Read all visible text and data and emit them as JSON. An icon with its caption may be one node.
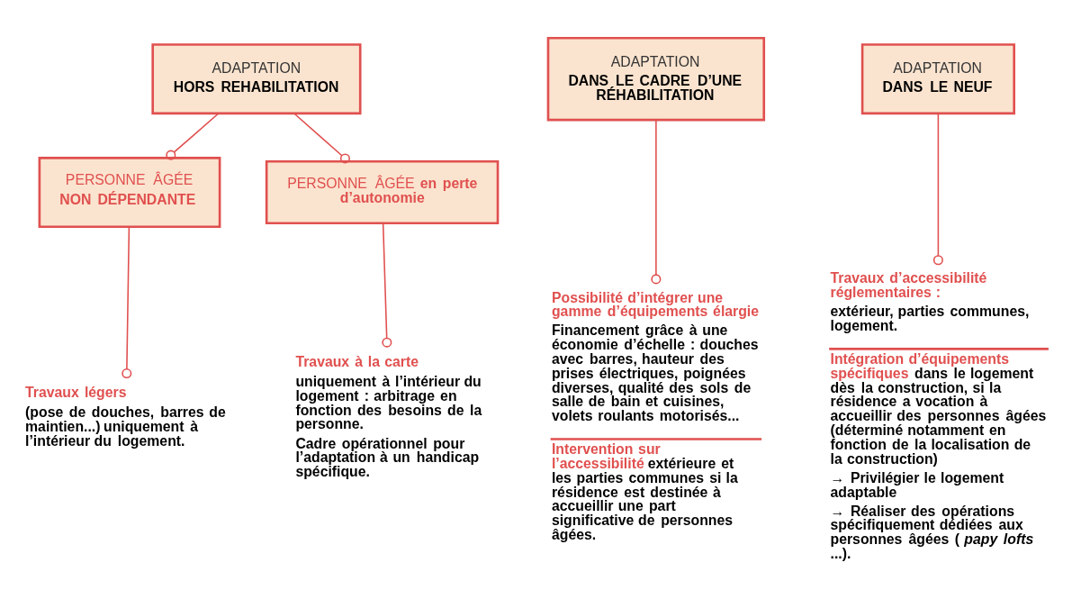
{
  "diagram": {
    "nodes": [
      {
        "text": [
          "ADAPTATION",
          "HORS REHABILITATION"
        ]
      },
      {
        "text": [
          "PERSONNE ÂGÉE",
          "NON DÉPENDANTE"
        ]
      },
      {
        "text": [
          "PERSONNE ÂGÉE **en perte d’autonomie**"
        ]
      },
      {
        "text": [
          "Travaux légers",
          "(pose de douches, barres de maintien...) uniquement à l’intérieur du logement."
        ]
      },
      {
        "text": [
          "Travaux à la carte",
          "uniquement à l’intérieur du logement : arbitrage en fonction des besoins de la personne.",
          "Cadre opérationnel pour l’adaptation à un handicap spécifique."
        ]
      },
      {
        "text": [
          "ADAPTATION",
          "DANS LE CADRE D’UNE RÉHABILITATION"
        ]
      },
      {
        "text": [
          "Possibilité d’intégrer une gamme d’équipements élargie",
          "Financement grâce à une économie d’échelle : douches avec barres, hauteur des prises électriques, poignées diverses, qualité des sols de salle de bain et cuisines, volets roulants motorisés...",
          "**Intervention sur l’accessibilité** extérieure et les parties communes si la résidence est destinée à accueillir une part significative de personnes âgées."
        ]
      },
      {
        "text": [
          "ADAPTATION",
          "DANS LE NEUF"
        ]
      },
      {
        "text": [
          "Travaux d’accessibilité réglementaires :",
          "extérieur, parties communes, logement.",
          "**Intégration d’équipements spécifiques** dans le logement dès la construction, si la résidence a vocation à accueillir des personnes âgées (déterminé notamment en fonction de la localisation de la construction)",
          "→ Privilégier le logement adaptable",
          "→ Réaliser des opérations spécifiquement dédiées aux personnes âgées (*papy lofts*...)."
        ]
      }
    ],
    "edges": [
      {
        "from": 0,
        "to": 1,
        "arrow": "other"
      },
      {
        "from": 0,
        "to": 2,
        "arrow": "other"
      },
      {
        "from": 1,
        "to": 3,
        "arrow": "other"
      },
      {
        "from": 2,
        "to": 4,
        "arrow": "other"
      },
      {
        "from": 5,
        "to": 6,
        "arrow": "other"
      },
      {
        "from": 7,
        "to": 8,
        "arrow": "other"
      }
    ]
  }
}
